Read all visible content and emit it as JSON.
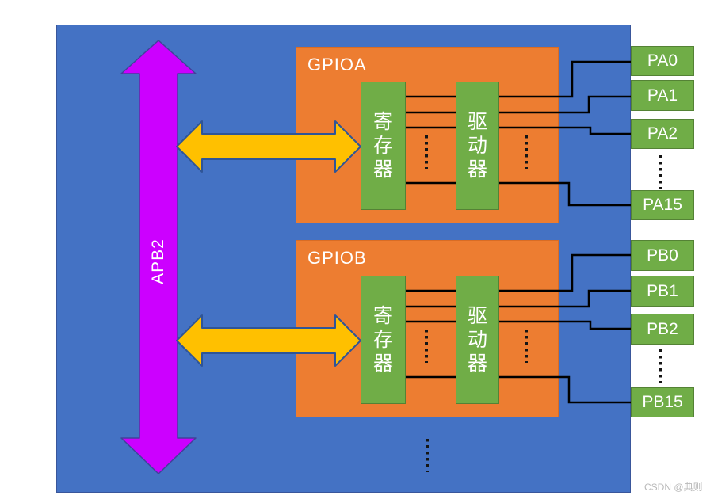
{
  "bus": {
    "label": "APB2"
  },
  "blocks": [
    {
      "title": "GPIOA",
      "register_label": "寄存器",
      "driver_label": "驱动器",
      "pins": [
        "PA0",
        "PA1",
        "PA2",
        "PA15"
      ]
    },
    {
      "title": "GPIOB",
      "register_label": "寄存器",
      "driver_label": "驱动器",
      "pins": [
        "PB0",
        "PB1",
        "PB2",
        "PB15"
      ]
    }
  ],
  "watermark": "CSDN @典则",
  "colors": {
    "soc_background": "#4472C4",
    "gpio_block": "#ED7D31",
    "green_box": "#70AD47",
    "bus_arrow": "#CC00FF",
    "link_arrow": "#FFC000",
    "wire": "#000000"
  }
}
